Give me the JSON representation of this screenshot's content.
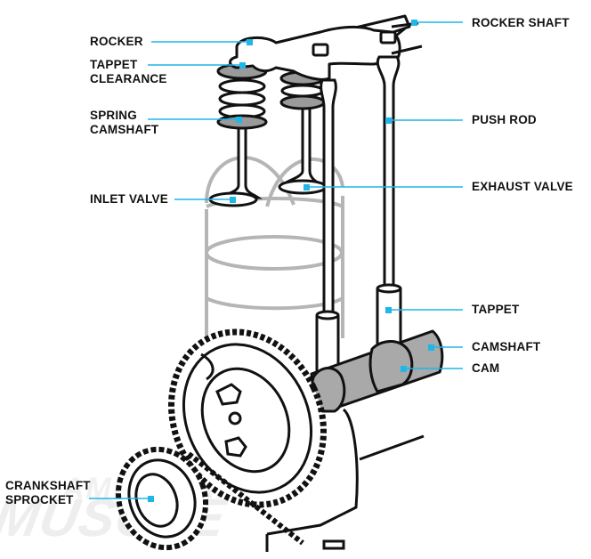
{
  "watermark": {
    "line1": "AMERICAN",
    "line2": "MUSCLE"
  },
  "colors": {
    "leader": "#1fb6e8",
    "outline": "#111111",
    "cylinder": "#b5b5b5",
    "camshaft": "#a9a9a9",
    "spring": "#999999"
  },
  "labels": {
    "rocker": "ROCKER",
    "tappet_clearance": "TAPPET\nCLEARANCE",
    "spring_camshaft": "SPRING\nCAMSHAFT",
    "inlet_valve": "INLET VALVE",
    "rocker_shaft": "ROCKER SHAFT",
    "push_rod": "PUSH ROD",
    "exhaust_valve": "EXHAUST VALVE",
    "tappet": "TAPPET",
    "camshaft": "CAMSHAFT",
    "cam": "CAM",
    "crankshaft_sprocket": "CRANKSHAFT\nSPROCKET"
  }
}
